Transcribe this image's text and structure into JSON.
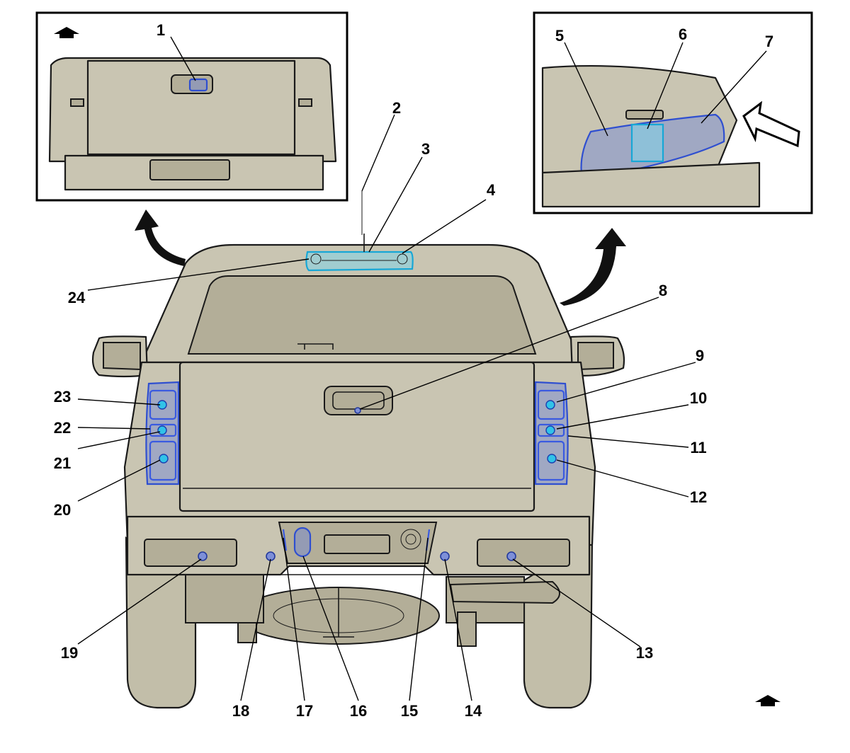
{
  "callouts": {
    "c1": "1",
    "c2": "2",
    "c3": "3",
    "c4": "4",
    "c5": "5",
    "c6": "6",
    "c7": "7",
    "c8": "8",
    "c9": "9",
    "c10": "10",
    "c11": "11",
    "c12": "12",
    "c13": "13",
    "c14": "14",
    "c15": "15",
    "c16": "16",
    "c17": "17",
    "c18": "18",
    "c19": "19",
    "c20": "20",
    "c21": "21",
    "c22": "22",
    "c23": "23",
    "c24": "24"
  },
  "colors": {
    "body": "#c9c5b2",
    "highlight_blue": "#2f4fd0",
    "highlight_cyan": "#17a7d6"
  },
  "icons": {
    "view_direction": "view-direction-icon",
    "direction_arrow": "curved-arrow-icon",
    "view_arrow": "outline-arrow-icon"
  }
}
